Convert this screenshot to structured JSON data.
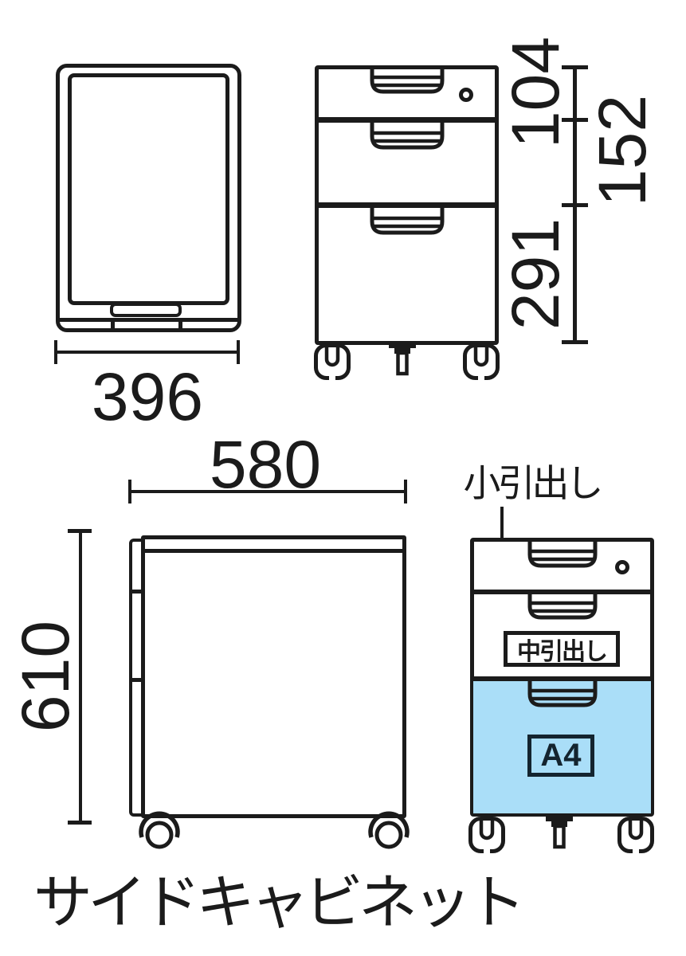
{
  "caption": "サイドキャビネット",
  "colors": {
    "line": "#1b1b1b",
    "highlight_fill": "#aadef8",
    "a4_accent": "#14242f"
  },
  "views": {
    "top_view": {
      "dimension_width": "396"
    },
    "front_view": {
      "dimensions": {
        "top_drawer_height": "104",
        "middle_drawer_height": "152",
        "bottom_drawer_height": "291"
      }
    },
    "side_view": {
      "dimension_width": "580",
      "dimension_height": "610"
    },
    "annotated_front_view": {
      "callout_small_drawer": "小引出し",
      "label_middle_drawer": "中引出し",
      "label_paper_size": "A4"
    }
  }
}
